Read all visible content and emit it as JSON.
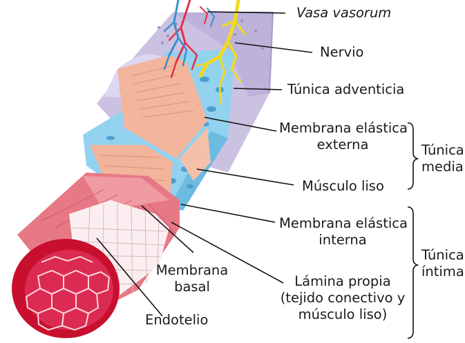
{
  "labels": {
    "vasa_vasorum": "Vasa vasorum",
    "nervio": "Nervio",
    "tunica_adventicia": "Túnica adventicia",
    "membrana_elastica_externa": [
      "Membrana elástica",
      "externa"
    ],
    "musculo_liso": "Músculo liso",
    "membrana_elastica_interna": [
      "Membrana elástica",
      "interna"
    ],
    "lamina_propia": [
      "Lámina propia",
      "(tejido conectivo y",
      "músculo liso)"
    ],
    "membrana_basal": [
      "Membrana",
      "basal"
    ],
    "endotelio": "Endotelio",
    "tunica_media": [
      "Túnica",
      "media"
    ],
    "tunica_intima": [
      "Túnica",
      "íntima"
    ]
  },
  "colors": {
    "adventitia": "#c9c0e0",
    "adventitia_dark": "#a699cc",
    "elastic": "#8fd0ee",
    "elastic_dark": "#5eaed6",
    "muscle": "#f4b8a0",
    "muscle_stripe": "#e39c84",
    "intima": "#e77a86",
    "intima_dark": "#c23a4c",
    "lumen": "#d9204a",
    "nerve": "#f3dd22",
    "vessel_red": "#e0304a",
    "vessel_blue": "#3a8ed0",
    "leader": "#111111"
  }
}
